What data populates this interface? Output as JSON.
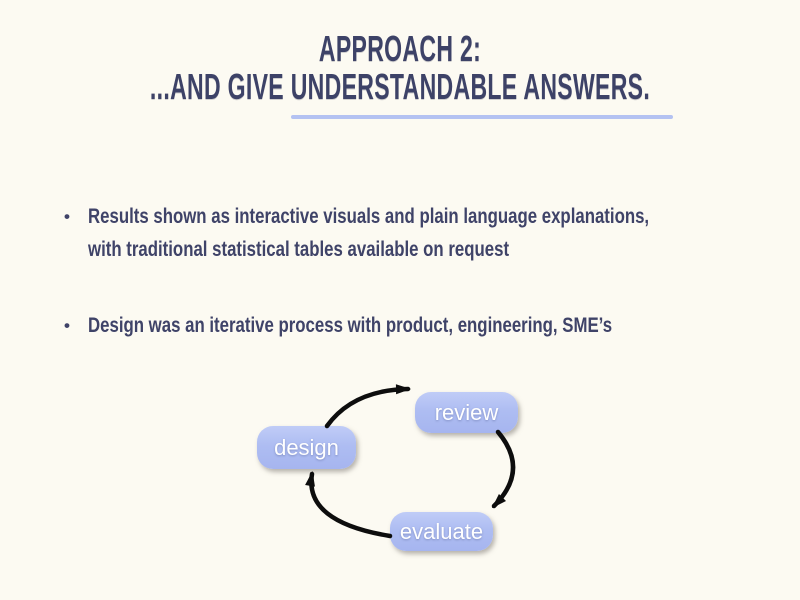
{
  "colors": {
    "background": "#fcfaf2",
    "title_text": "#3d4267",
    "body_text": "#3f4368",
    "underline": "#b4c2f2",
    "node_fill": "#aebdf2",
    "node_text": "#ffffff",
    "arrow": "#0d0d0d"
  },
  "title": {
    "line1": "APPROACH 2:",
    "line2": "...AND GIVE UNDERSTANDABLE ANSWERS."
  },
  "bullet_char": "•",
  "bullets": [
    {
      "lines": [
        "Results shown as interactive visuals and plain language explanations,",
        "with traditional statistical tables available on request"
      ]
    },
    {
      "lines": [
        "Design was an iterative process with product, engineering, SME’s"
      ]
    }
  ],
  "diagram": {
    "nodes": {
      "design": {
        "label": "design"
      },
      "review": {
        "label": "review"
      },
      "evaluate": {
        "label": "evaluate"
      }
    },
    "edges": [
      {
        "from": "design",
        "to": "review"
      },
      {
        "from": "review",
        "to": "evaluate"
      },
      {
        "from": "evaluate",
        "to": "design"
      }
    ]
  }
}
